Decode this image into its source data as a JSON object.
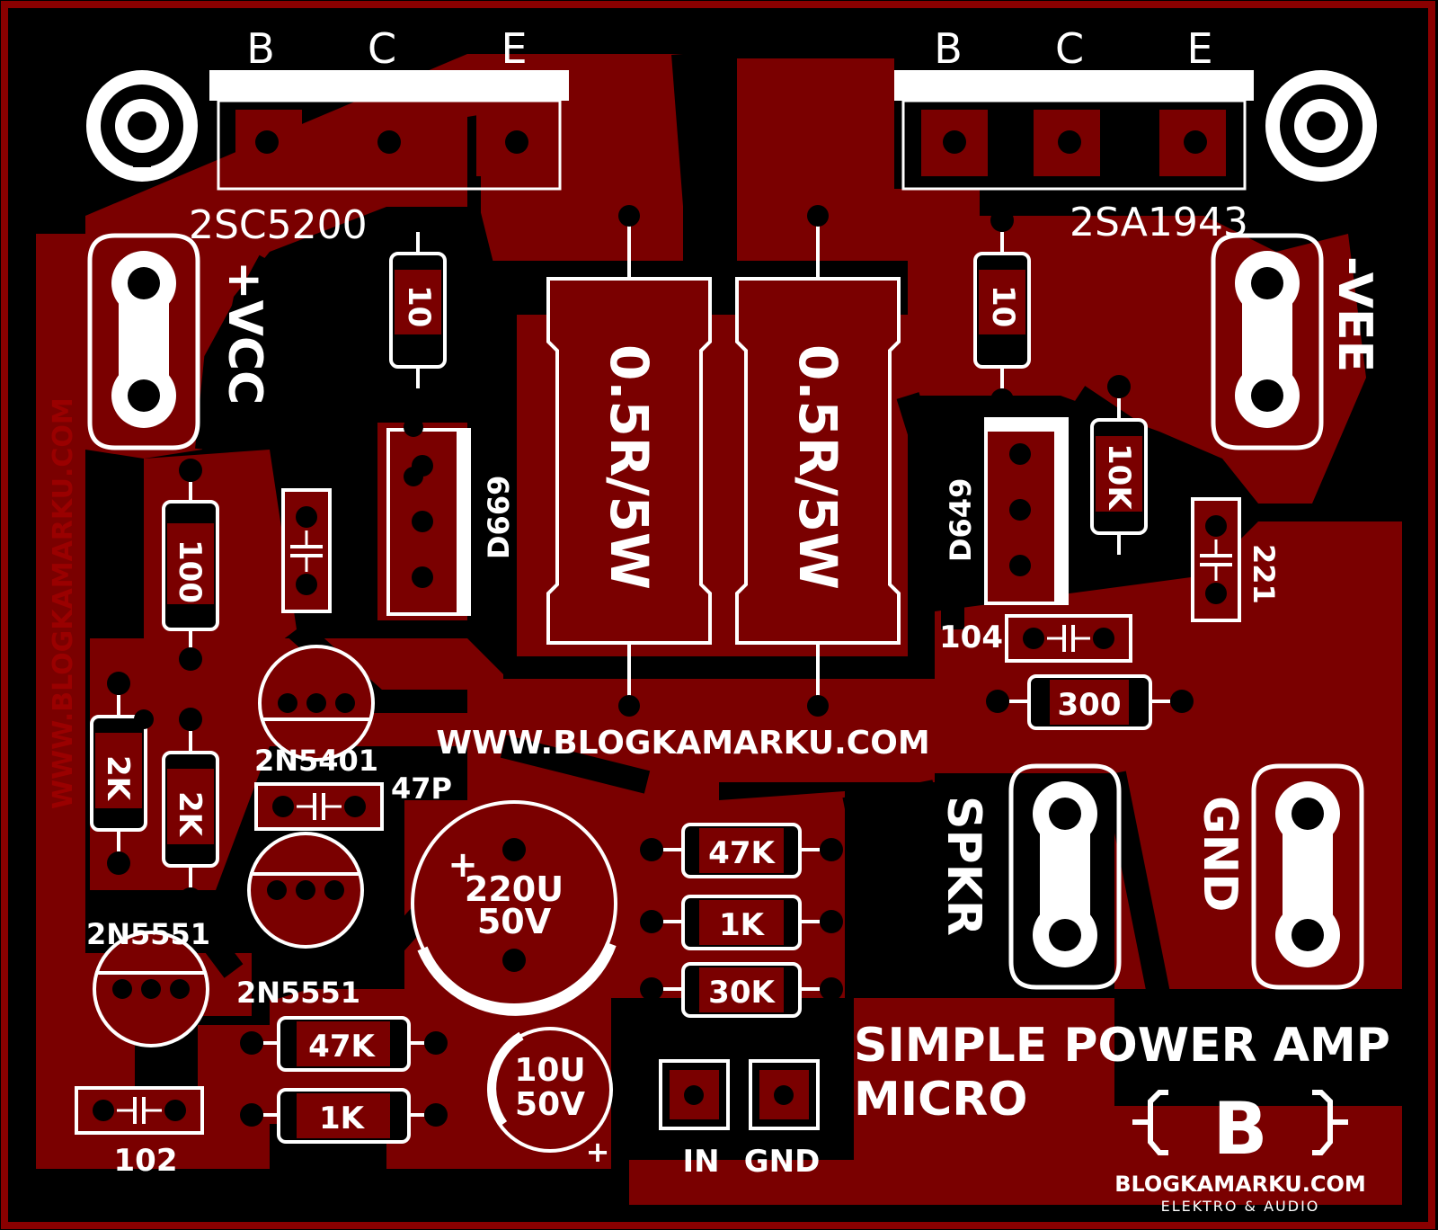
{
  "colors": {
    "board": "#000000",
    "copper": "#7a0000",
    "copper_dark": "#5e0000",
    "silk": "#ffffff",
    "border": "#8a0000",
    "watermark": "#9a0000"
  },
  "transistors": {
    "npn_power": {
      "pins": [
        "B",
        "C",
        "E"
      ],
      "part": "2SC5200"
    },
    "pnp_power": {
      "pins": [
        "B",
        "C",
        "E"
      ],
      "part": "2SA1943"
    }
  },
  "drivers": {
    "left": "D669",
    "right": "D649"
  },
  "resistors": {
    "base_left": "10",
    "base_right": "10",
    "emitter_left": "0.5R/5W",
    "emitter_right": "0.5R/5W",
    "r100": "100",
    "r10k": "10K",
    "r300": "300",
    "r2k_a": "2K",
    "r2k_b": "2K",
    "r47k_mid": "47K",
    "r1k_mid": "1K",
    "r30k": "30K",
    "r47k_low": "47K",
    "r1k_low": "1K"
  },
  "capacitors": {
    "c104": "104",
    "c221": "221",
    "c47p": "47P",
    "c102": "102",
    "elec_big_value": "220U",
    "elec_big_voltage": "50V",
    "elec_small_value": "10U",
    "elec_small_voltage": "50V",
    "polarity_plus": "+"
  },
  "small_transistors": {
    "q_pnp": "2N5401",
    "q_npn_a": "2N5551",
    "q_npn_b": "2N5551"
  },
  "terminals": {
    "vcc": "+VCC",
    "vee": "-VEE",
    "spkr": "SPKR",
    "gnd": "GND",
    "in": "IN",
    "in_gnd": "GND"
  },
  "branding": {
    "website": "WWW.BLOGKAMARKU.COM",
    "side_watermark": "WWW.BLOGKAMARKU.COM",
    "title_line1": "SIMPLE POWER AMP",
    "title_line2": "MICRO",
    "logo_letter": "B",
    "logo_site": "BLOGKAMARKU.COM",
    "logo_tagline": "ELEKTRO & AUDIO"
  }
}
